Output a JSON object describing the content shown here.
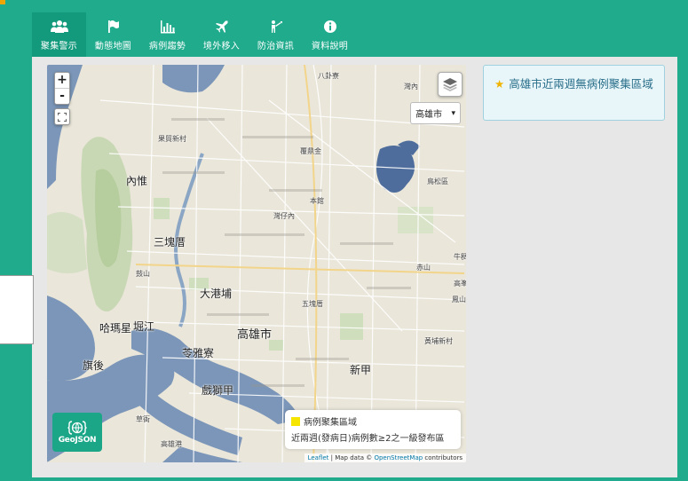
{
  "nav": [
    {
      "label": "聚集警示",
      "icon": "users-icon",
      "active": true
    },
    {
      "label": "動態地圖",
      "icon": "flag-icon",
      "active": false
    },
    {
      "label": "病例趨勢",
      "icon": "bar-chart-icon",
      "active": false
    },
    {
      "label": "境外移入",
      "icon": "plane-icon",
      "active": false
    },
    {
      "label": "防治資訊",
      "icon": "person-icon",
      "active": false
    },
    {
      "label": "資料說明",
      "icon": "info-icon",
      "active": false
    }
  ],
  "map": {
    "zoom_in": "+",
    "zoom_out": "-",
    "city_select": "高雄市",
    "city_select_arrow": "▾",
    "labels": {
      "l1": "內惟",
      "l2": "三塊厝",
      "l3": "大港埔",
      "l4": "哈瑪星",
      "l5": "堀江",
      "l6": "高雄市",
      "l7": "苓雅寮",
      "l8": "旗後",
      "l9": "新甲",
      "l10": "戲獅甲",
      "l11": "本館",
      "l12": "覆鼎金",
      "l13": "八卦寮",
      "l14": "鳥松區",
      "l15": "灣仔內",
      "l16": "赤山",
      "l17": "牛稠",
      "l18": "鳳山",
      "l19": "黃埔新村",
      "l20": "五塊厝",
      "l21": "果貿新村",
      "l22": "灣內",
      "l23": "高雄港",
      "l24": "鼓山",
      "l25": "高峯",
      "l26": "草衙"
    },
    "geojson_label": "GeoJSON",
    "legend": {
      "item": "病例聚集區域",
      "note": "近兩週(發病日)病例數≥2之一級發布區"
    },
    "attribution": {
      "leaflet": "Leaflet",
      "sep": " | Map data © ",
      "osm": "OpenStreetMap",
      "tail": " contributors"
    }
  },
  "info": {
    "message": "高雄市近兩週無病例聚集區域"
  },
  "colors": {
    "brand": "#1fab8c",
    "nav_active": "#139a7c",
    "water": "#7b96b8",
    "land": "#e9e5d8",
    "info_bg": "#e8f6fa",
    "info_text": "#2a6f8a",
    "legend_swatch": "#f6e500",
    "star": "#f0b400"
  }
}
